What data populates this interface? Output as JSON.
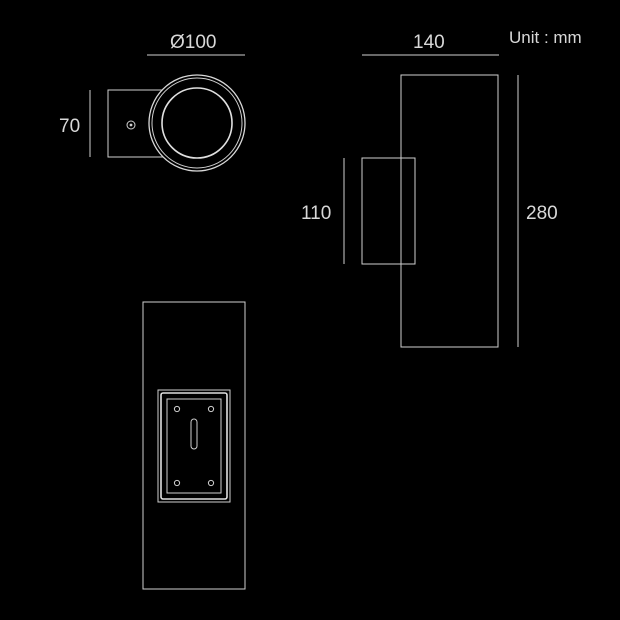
{
  "unit_label": "Unit : mm",
  "dimensions": {
    "diameter": "Ø100",
    "depth_top": "70",
    "width": "140",
    "mount_height": "110",
    "total_height": "280"
  },
  "colors": {
    "background": "#000000",
    "line": "#cfcfcf",
    "text": "#d8d8d8"
  }
}
